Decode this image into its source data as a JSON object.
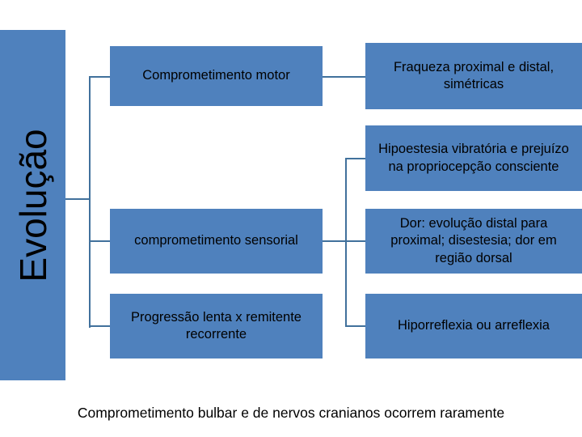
{
  "diagram": {
    "category_bar": {
      "label": "Evolução",
      "fill_color": "#4F81BD",
      "orientation": "vertical-rotated-90"
    },
    "theme": {
      "box_fill": "#4F81BD",
      "connector_color": "#41719C",
      "text_color": "#000000",
      "background": "#FFFFFF"
    },
    "middle_column": [
      {
        "id": "motor",
        "label": "Comprometimento motor"
      },
      {
        "id": "sensory",
        "label": "comprometimento sensorial"
      },
      {
        "id": "progress",
        "label": "Progressão lenta  x remitente recorrente"
      }
    ],
    "right_column": [
      {
        "id": "weakness",
        "label": "Fraqueza proximal e distal, simétricas"
      },
      {
        "id": "hypo",
        "label": "Hipoestesia vibratória e prejuízo na propriocepção consciente"
      },
      {
        "id": "pain",
        "label": "Dor: evolução distal para proximal; disestesia; dor em região dorsal"
      },
      {
        "id": "reflex",
        "label": "Hiporreflexia ou arreflexia"
      }
    ],
    "footnote": "Comprometimento bulbar e de nervos cranianos ocorrem raramente"
  }
}
